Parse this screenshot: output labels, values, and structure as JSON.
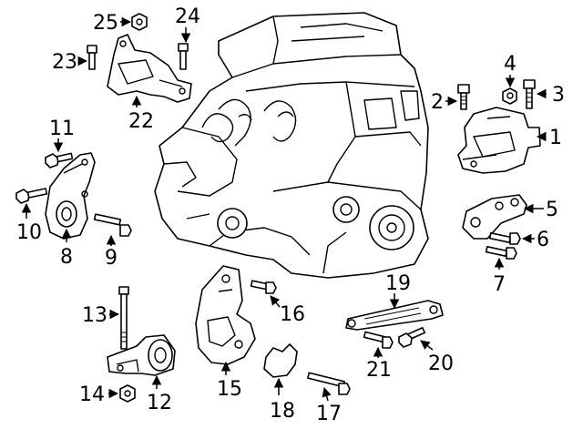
{
  "callouts": [
    {
      "id": "1",
      "text": "1"
    },
    {
      "id": "2",
      "text": "2"
    },
    {
      "id": "3",
      "text": "3"
    },
    {
      "id": "4",
      "text": "4"
    },
    {
      "id": "5",
      "text": "5"
    },
    {
      "id": "6",
      "text": "6"
    },
    {
      "id": "7",
      "text": "7"
    },
    {
      "id": "8",
      "text": "8"
    },
    {
      "id": "9",
      "text": "9"
    },
    {
      "id": "10",
      "text": "10"
    },
    {
      "id": "11",
      "text": "11"
    },
    {
      "id": "12",
      "text": "12"
    },
    {
      "id": "13",
      "text": "13"
    },
    {
      "id": "14",
      "text": "14"
    },
    {
      "id": "15",
      "text": "15"
    },
    {
      "id": "16",
      "text": "16"
    },
    {
      "id": "17",
      "text": "17"
    },
    {
      "id": "18",
      "text": "18"
    },
    {
      "id": "19",
      "text": "19"
    },
    {
      "id": "20",
      "text": "20"
    },
    {
      "id": "21",
      "text": "21"
    },
    {
      "id": "22",
      "text": "22"
    },
    {
      "id": "23",
      "text": "23"
    },
    {
      "id": "24",
      "text": "24"
    },
    {
      "id": "25",
      "text": "25"
    }
  ],
  "colors": {
    "ink": "#000000",
    "paper": "#ffffff"
  }
}
